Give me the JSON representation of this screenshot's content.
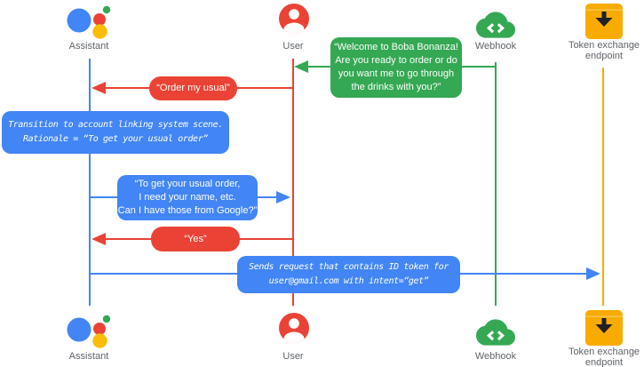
{
  "colors": {
    "blue": "#4285F4",
    "red": "#EA4335",
    "green": "#34A853",
    "yellow": "#FBBC04",
    "amber": "#F9AB00",
    "label_gray": "#5F6368",
    "background": "#FFFFFF"
  },
  "actors": {
    "assistant": {
      "label": "Assistant"
    },
    "user": {
      "label": "User"
    },
    "webhook": {
      "label": "Webhook"
    },
    "token_endpoint": {
      "label": "Token exchange\nendpoint"
    }
  },
  "messages": {
    "welcome": {
      "from": "webhook",
      "to": "user",
      "color": "#34A853",
      "text": "“Welcome to Boba Bonanza!\nAre you ready to order or do\nyou want me to go through\nthe drinks with you?”"
    },
    "order_my_usual": {
      "from": "user",
      "to": "assistant",
      "color": "#EA4335",
      "text": "“Order my usual”"
    },
    "transition_note": {
      "attached_to": "assistant",
      "color": "#4285F4",
      "text": "Transition to account linking system scene.\nRationale = “To get your usual order”"
    },
    "ask_permission": {
      "from": "assistant",
      "to": "user",
      "color": "#4285F4",
      "text": "“To get your usual order,\nI need your name, etc.\nCan I have those from Google?”"
    },
    "yes": {
      "from": "user",
      "to": "assistant",
      "color": "#EA4335",
      "text": "“Yes”"
    },
    "send_request": {
      "from": "assistant",
      "to": "token_endpoint",
      "color": "#4285F4",
      "text": "Sends request that contains ID token for\nuser@gmail.com with intent=“get”"
    }
  }
}
